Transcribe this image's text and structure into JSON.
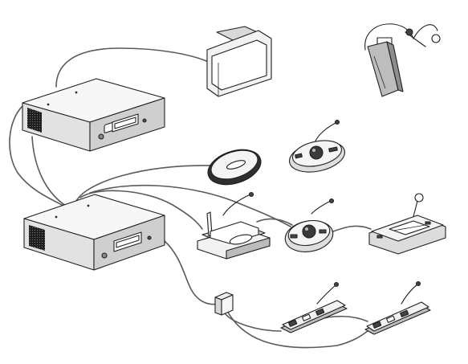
{
  "diagram": {
    "background": "#ffffff",
    "line_color": "#1f1f1f",
    "light_fill": "#f4f4f4",
    "mid_fill": "#d9d9d9",
    "dark_fill": "#3a3a3a",
    "devices": [
      {
        "id": "control-unit-top",
        "icon": "rack-control-unit"
      },
      {
        "id": "control-unit-bottom",
        "icon": "rack-control-unit"
      },
      {
        "id": "display-panel",
        "icon": "flat-display"
      },
      {
        "id": "wireless-access-point",
        "icon": "oval-antenna"
      },
      {
        "id": "headset-receiver",
        "icon": "bodypack-with-headset"
      },
      {
        "id": "discussion-unit-top",
        "icon": "delegate-microphone-unit"
      },
      {
        "id": "discussion-unit-middle",
        "icon": "delegate-microphone-unit"
      },
      {
        "id": "chairman-unit",
        "icon": "chairman-unit"
      },
      {
        "id": "tablet-console",
        "icon": "multimedia-console"
      },
      {
        "id": "junction-box",
        "icon": "splitter-box"
      },
      {
        "id": "flush-unit-left",
        "icon": "flush-mount-microphone"
      },
      {
        "id": "flush-unit-right",
        "icon": "flush-mount-microphone"
      }
    ]
  }
}
